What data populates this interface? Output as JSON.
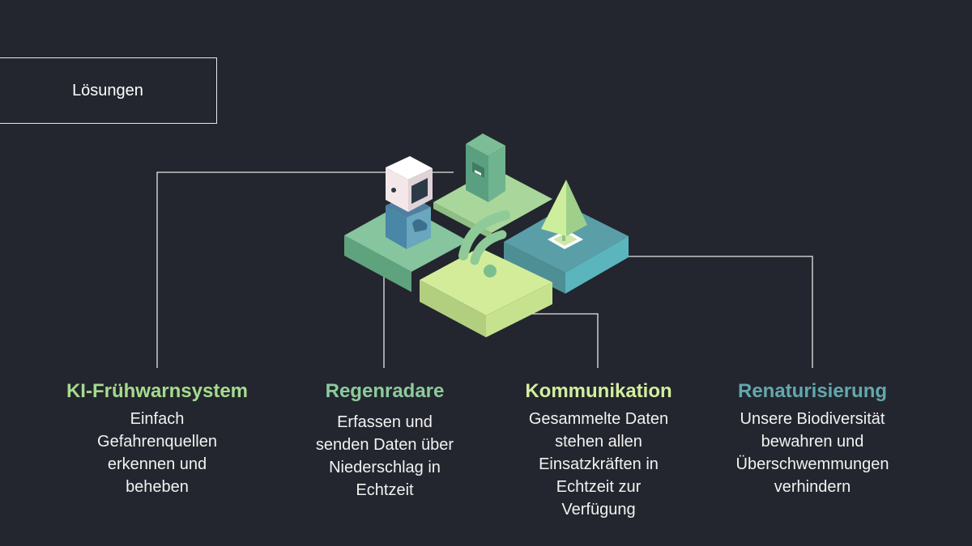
{
  "title": "Lösungen",
  "colors": {
    "background": "#23262e",
    "green_mid": "#7cc49a",
    "green_light": "#c8e89a",
    "teal": "#5fa3ab"
  },
  "solutions": [
    {
      "heading": "KI-Frühwarnsystem",
      "color": "#a6db8e",
      "lines": [
        "Einfach",
        "Gefahrenquellen",
        "erkennen und",
        "beheben"
      ]
    },
    {
      "heading": "Regenradare",
      "color": "#8ccb9c",
      "lines": [
        "Erfassen und",
        "senden Daten über",
        "Niederschlag in",
        "Echtzeit"
      ]
    },
    {
      "heading": "Kommunikation",
      "color": "#d2ee9e",
      "lines": [
        "Gesammelte Daten",
        "stehen allen",
        "Einsatzkräften in",
        "Echtzeit zur",
        "Verfügung"
      ]
    },
    {
      "heading": "Renaturisierung",
      "color": "#63a7ae",
      "lines": [
        "Unsere Biodiversität",
        "bewahren und",
        "Überschwemmungen",
        "verhindern"
      ]
    }
  ]
}
